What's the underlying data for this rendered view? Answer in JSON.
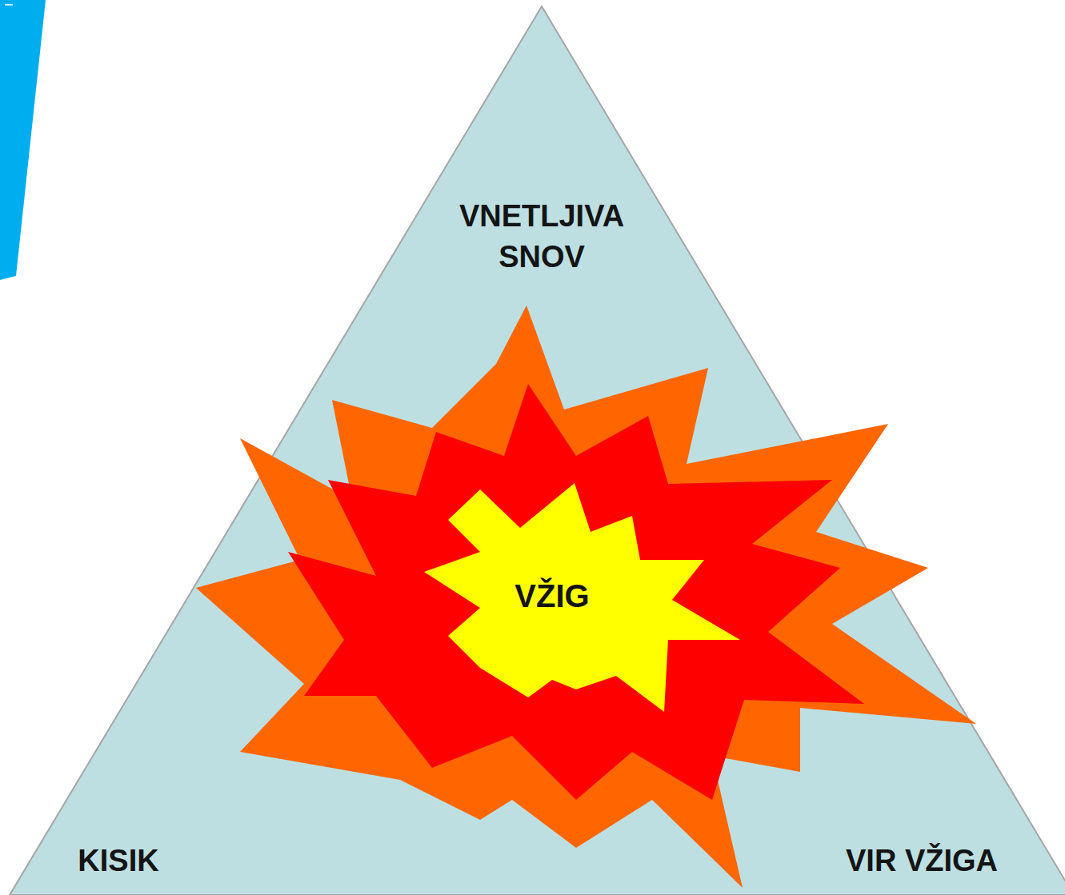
{
  "diagram": {
    "nodes": [
      {
        "text": [
          "VNETLJIVA SNOV",
          "KISIK",
          "VIR VŽIGA"
        ]
      },
      {
        "text": [
          "VŽIG"
        ],
        "in": 0
      }
    ]
  }
}
